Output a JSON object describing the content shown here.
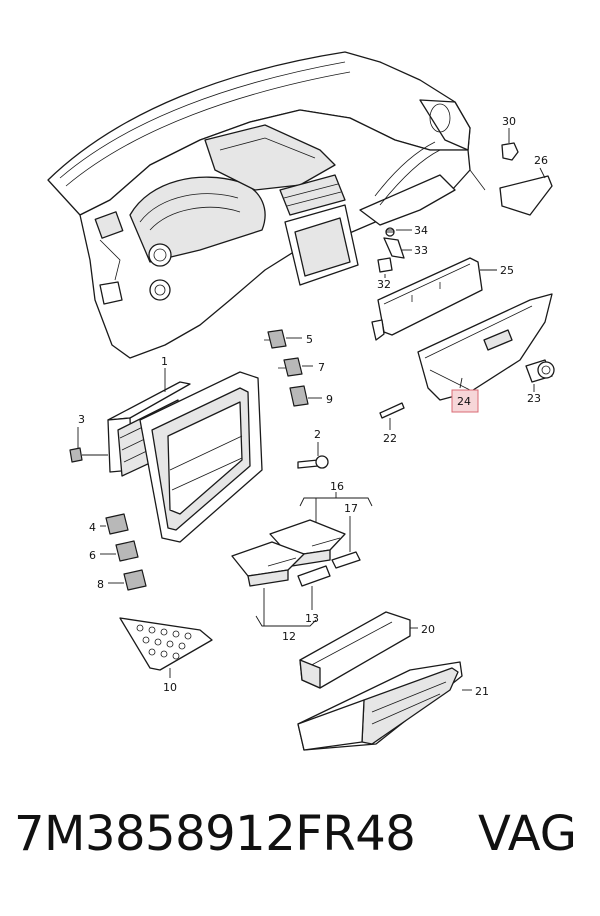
{
  "diagram": {
    "part_number": "7M3858912FR48",
    "brand": "VAG",
    "highlighted_callout": "24",
    "highlight_color": "#f6d6d8",
    "callouts": [
      "1",
      "2",
      "3",
      "4",
      "5",
      "6",
      "7",
      "8",
      "9",
      "10",
      "12",
      "13",
      "16",
      "17",
      "20",
      "21",
      "22",
      "23",
      "24",
      "25",
      "26",
      "30",
      "32",
      "33",
      "34"
    ]
  }
}
